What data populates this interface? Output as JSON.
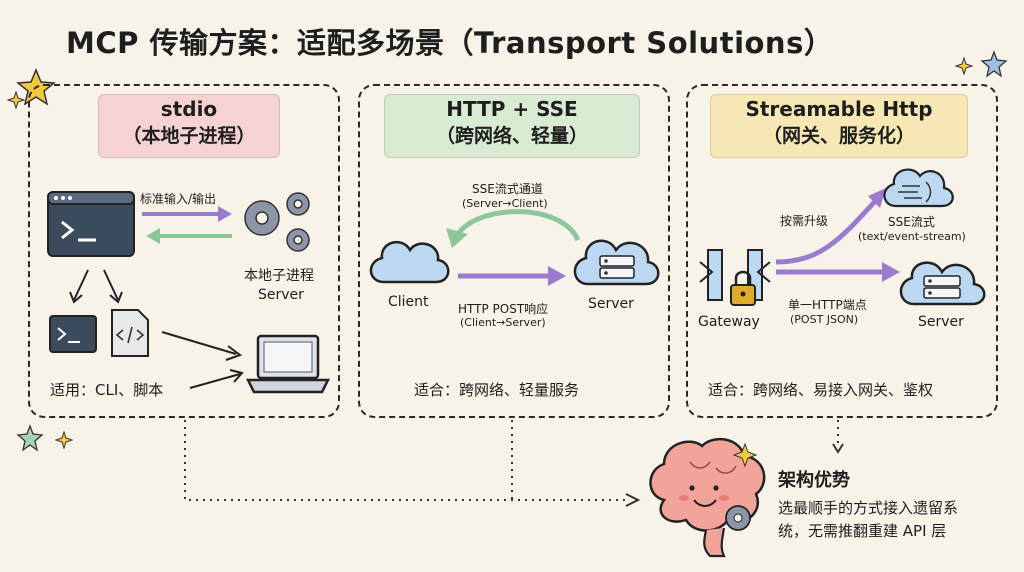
{
  "title": "MCP 传输方案：适配多场景（Transport Solutions）",
  "panels": {
    "stdio": {
      "heading": "stdio",
      "subheading": "（本地子进程）",
      "arrow_label": "标准输入/输出",
      "process_label": "本地子进程",
      "server_label": "Server",
      "footer": "适用：CLI、脚本"
    },
    "sse": {
      "heading": "HTTP + SSE",
      "subheading": "（跨网络、轻量）",
      "sse_label": "SSE流式通道",
      "sse_direction": "(Server→Client)",
      "client_label": "Client",
      "server_label": "Server",
      "post_label": "HTTP POST响应",
      "post_direction": "(Client→Server)",
      "footer": "适合：跨网络、轻量服务"
    },
    "streamable": {
      "heading": "Streamable Http",
      "subheading": "（网关、服务化）",
      "upgrade_label": "按需升级",
      "stream_label": "SSE流式",
      "stream_type": "(text/event-stream)",
      "gateway_label": "Gateway",
      "endpoint_label": "单一HTTP端点",
      "endpoint_format": "(POST JSON)",
      "server_label": "Server",
      "footer": "适合：跨网络、易接入网关、鉴权"
    }
  },
  "advantage": {
    "title": "架构优势",
    "line1": "选最顺手的方式接入遗留系",
    "line2": "统，无需推翻重建 API 层"
  },
  "colors": {
    "stdio_label": "#f6d3d3",
    "sse_label": "#d9ebd3",
    "streamable_label": "#f6e7b4",
    "arrow_purple": "#9b7bd0",
    "arrow_green": "#8cc79a",
    "cloud_blue": "#bcd8f2",
    "terminal_dark": "#3b4a5c",
    "brain_pink": "#f2a39a",
    "gear_gray": "#8d96a8",
    "lock_gold": "#e0ac2e"
  }
}
